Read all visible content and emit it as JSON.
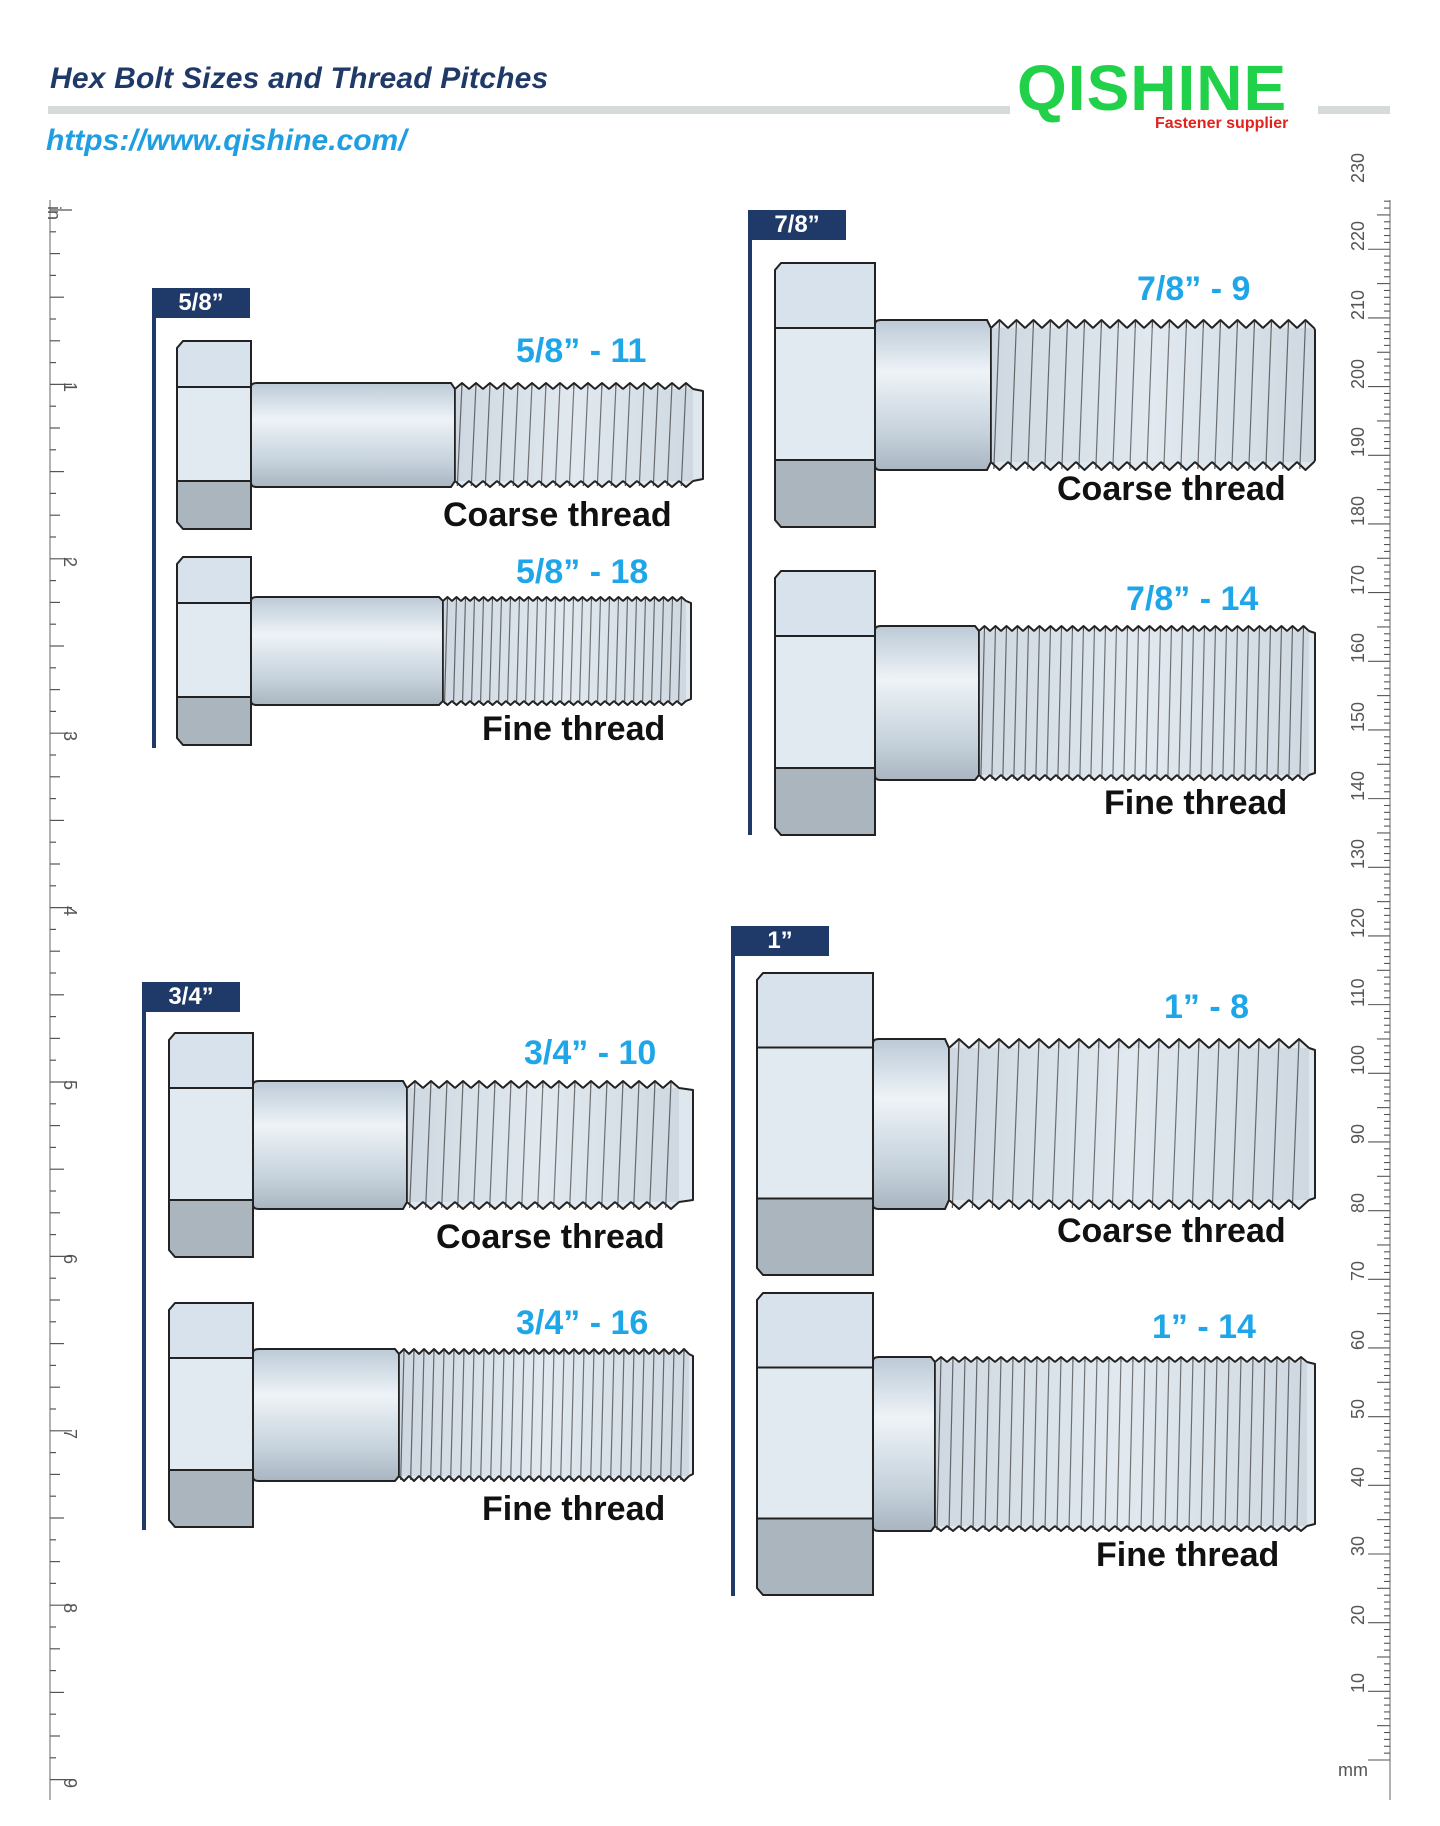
{
  "header": {
    "title": "Hex Bolt Sizes and Thread Pitches",
    "url": "https://www.qishine.com/",
    "logo_text": "QISHINE",
    "logo_tagline": "Fastener supplier",
    "logo_color": "#22d14a",
    "tagline_color": "#e1221d"
  },
  "rulers": {
    "left_unit": "in",
    "left_labels": [
      "1",
      "2",
      "3",
      "4",
      "5",
      "6",
      "7",
      "8",
      "9"
    ],
    "right_unit": "mm",
    "right_labels": [
      "10",
      "20",
      "30",
      "40",
      "50",
      "60",
      "70",
      "80",
      "90",
      "100",
      "110",
      "120",
      "130",
      "140",
      "150",
      "160",
      "170",
      "180",
      "190",
      "200",
      "210",
      "220",
      "230"
    ]
  },
  "groups": [
    {
      "size": "5/8”",
      "bolts": [
        {
          "spec": "5/8” - 11",
          "kind": "Coarse thread"
        },
        {
          "spec": "5/8” - 18",
          "kind": "Fine thread"
        }
      ]
    },
    {
      "size": "7/8”",
      "bolts": [
        {
          "spec": "7/8” - 9",
          "kind": "Coarse thread"
        },
        {
          "spec": "7/8” - 14",
          "kind": "Fine thread"
        }
      ]
    },
    {
      "size": "3/4”",
      "bolts": [
        {
          "spec": "3/4” - 10",
          "kind": "Coarse thread"
        },
        {
          "spec": "3/4” - 16",
          "kind": "Fine thread"
        }
      ]
    },
    {
      "size": "1”",
      "bolts": [
        {
          "spec": "1” - 8",
          "kind": "Coarse thread"
        },
        {
          "spec": "1” - 14",
          "kind": "Fine thread"
        }
      ]
    }
  ],
  "colors": {
    "navy": "#1f3a68",
    "spec_blue": "#1fa6e8",
    "steel_light": "#dce6ef",
    "steel_mid": "#b4c2cf",
    "steel_dark": "#9aa5ae"
  }
}
